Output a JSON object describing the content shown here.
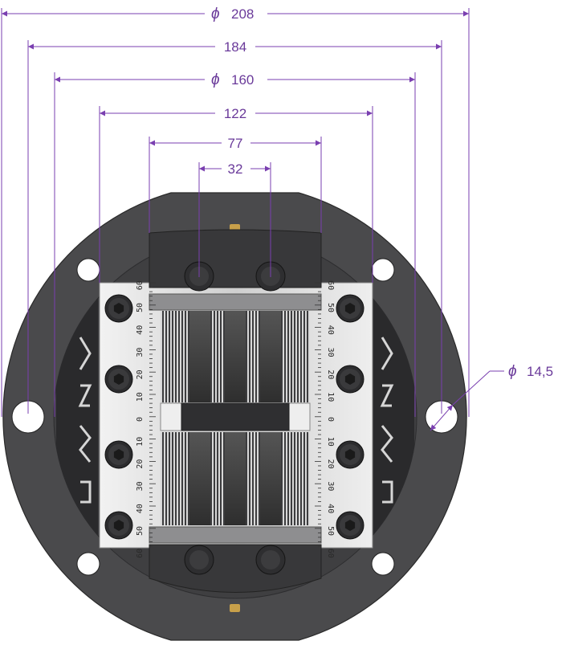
{
  "dimensions": {
    "outer_diameter": {
      "symbol": "ϕ",
      "value": "208"
    },
    "bolt_circle_span": {
      "value": "184"
    },
    "inner_diameter": {
      "symbol": "ϕ",
      "value": "160"
    },
    "plate_width": {
      "value": "122"
    },
    "jaw_width": {
      "value": "77"
    },
    "screw_spacing": {
      "value": "32"
    },
    "hole_diameter": {
      "symbol": "ϕ",
      "value": "14,5"
    }
  },
  "scale": {
    "upper_labels": [
      "60",
      "50",
      "40",
      "30",
      "20",
      "10",
      "0"
    ],
    "lower_labels": [
      "10",
      "20",
      "30",
      "40",
      "50",
      "60"
    ]
  },
  "colors": {
    "dimension_line": "#7a3fb0",
    "dimension_text": "#6a3a9a",
    "flange": "#4a4a4c",
    "flange_inner": "#3e3e40",
    "plate": "#d9d9d9",
    "jaw": "#3a3a3c",
    "hole": "#ffffff",
    "brass": "#c8a04a"
  },
  "icons": {
    "flange_holes": "white-circle",
    "cap_screws": "hex-socket-screw",
    "jaw_screws": "round-screw-head"
  }
}
